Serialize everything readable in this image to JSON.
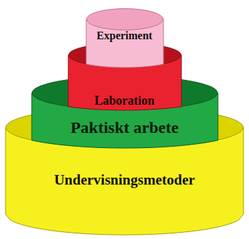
{
  "diagram": {
    "nodes": [
      {
        "text": [
          "Undervisningsmetoder"
        ]
      },
      {
        "text": [
          "Paktiskt arbete"
        ],
        "in": 0
      },
      {
        "text": [
          "Laboration"
        ],
        "in": 1
      },
      {
        "text": [
          "Experiment"
        ],
        "in": 2
      }
    ]
  }
}
